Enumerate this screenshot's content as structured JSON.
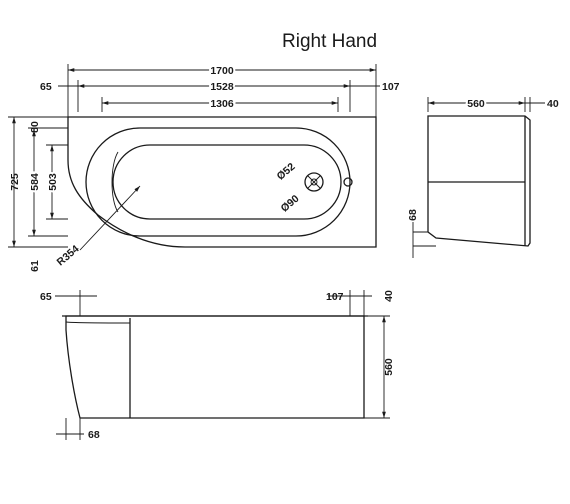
{
  "title": "Right Hand",
  "plan_view": {
    "overall_length": "1700",
    "left_offset": "65",
    "inner_length": "1528",
    "right_offset": "107",
    "bowl_length": "1306",
    "top_offset": "80",
    "overall_width": "725",
    "inner_width": "584",
    "bowl_width": "503",
    "bottom_offset": "61",
    "waste_diameter": "Ø52",
    "overflow_diameter": "Ø90",
    "corner_radius": "R354"
  },
  "end_view": {
    "width": "560",
    "rim": "40",
    "curve_offset": "68"
  },
  "front_view": {
    "left_offset": "65",
    "right_offset": "107",
    "rim": "40",
    "height": "560",
    "curve_offset": "68"
  }
}
